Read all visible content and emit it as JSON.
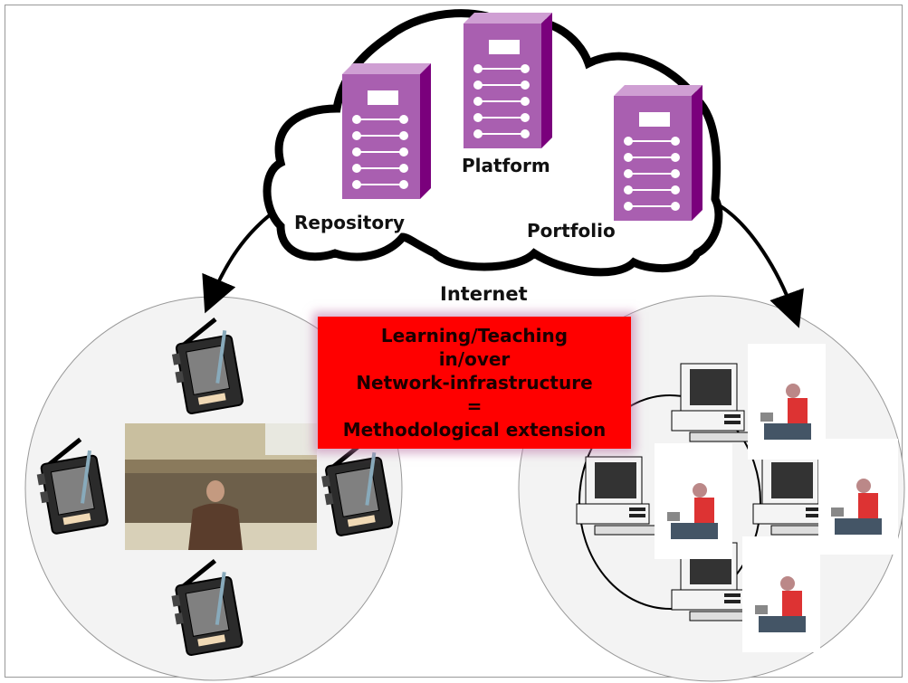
{
  "cloud": {
    "label": "Internet",
    "servers": [
      {
        "label": "Repository",
        "color": "#a95fb0"
      },
      {
        "label": "Platform",
        "color": "#a95fb0"
      },
      {
        "label": "Portfolio",
        "color": "#a95fb0"
      }
    ]
  },
  "center_box": {
    "lines": [
      "Learning/Teaching",
      "in/over",
      "Network-infrastructure",
      "=",
      "Methodological extension"
    ],
    "color": "#ff0000"
  },
  "left_group": {
    "name": "classroom",
    "devices": 4,
    "device_type": "tablet-pda"
  },
  "right_group": {
    "name": "networked-learners",
    "computers": 4,
    "learners": 4
  }
}
